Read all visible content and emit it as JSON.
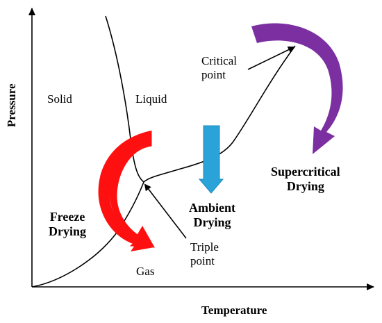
{
  "axes": {
    "x_label": "Temperature",
    "y_label": "Pressure"
  },
  "regions": {
    "solid": "Solid",
    "liquid": "Liquid",
    "gas": "Gas"
  },
  "points": {
    "critical_line1": "Critical",
    "critical_line2": "point",
    "triple_line1": "Triple",
    "triple_line2": "point"
  },
  "processes": {
    "freeze_line1": "Freeze",
    "freeze_line2": "Drying",
    "ambient_line1": "Ambient",
    "ambient_line2": "Drying",
    "supercritical_line1": "Supercritical",
    "supercritical_line2": "Drying"
  },
  "colors": {
    "freeze": "#ff1010",
    "ambient": "#2aa3d8",
    "supercritical": "#7b2fa0",
    "line": "#000000"
  },
  "icons": {
    "freeze": "curved-arrow-icon",
    "ambient": "down-arrow-icon",
    "supercritical": "curved-arrow-icon"
  }
}
